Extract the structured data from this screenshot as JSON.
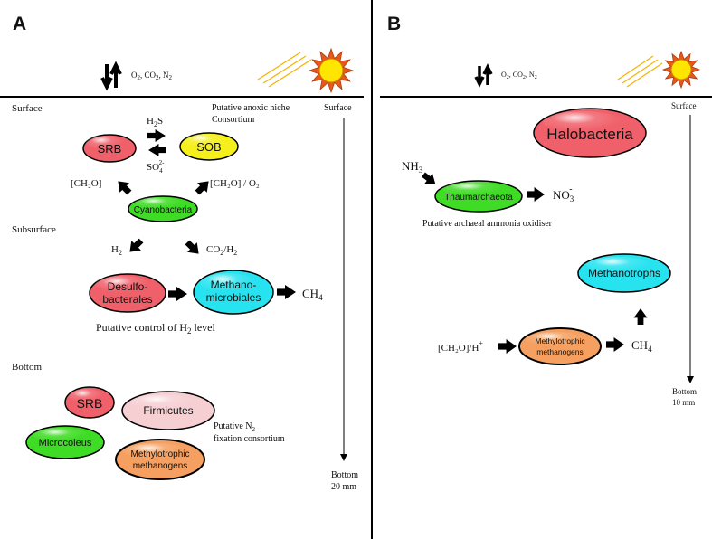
{
  "panel_a": {
    "letter": "A",
    "gas": {
      "o2": "O",
      "o2_sub": "2",
      "sep1": ", CO",
      "co2_sub": "2",
      "sep2": ", N",
      "n2_sub": "2"
    },
    "surface_label": "Surface",
    "subsurface_label": "Subsurface",
    "bottom_label": "Bottom",
    "depth_top": "Surface",
    "depth_bottom_1": "Bottom",
    "depth_bottom_2": "20 mm",
    "anoxic_line1": "Putative anoxic niche",
    "anoxic_line2": "Consortium",
    "h2s": {
      "main": "H",
      "sub": "2",
      "tail": "S"
    },
    "so4": {
      "main": "SO",
      "sub": "4",
      "sup": "2-"
    },
    "ch2o_left": "[CH₂O]",
    "ch2o_o2": "[CH₂O] / O₂",
    "h2": {
      "main": "H",
      "sub": "2"
    },
    "co2_h2": {
      "a": "CO",
      "a_sub": "2",
      "b": "/H",
      "b_sub": "2"
    },
    "ch4": {
      "main": "CH",
      "sub": "4"
    },
    "control": {
      "main": "Putative control of H",
      "sub": "2",
      "tail": " level"
    },
    "fixation_line1": {
      "main": "Putative N",
      "sub": "2"
    },
    "fixation_line2": "fixation consortium",
    "nodes": {
      "srb": "SRB",
      "sob": "SOB",
      "cyanobacteria": "Cyanobacteria",
      "desulfo_1": "Desulfo-",
      "desulfo_2": "bacterales",
      "methano_1": "Methano-",
      "methano_2": "microbiales",
      "srb_bottom": "SRB",
      "firmicutes": "Firmicutes",
      "microcoleus": "Microcoleus",
      "methylo_1": "Methylotrophic",
      "methylo_2": "methanogens"
    }
  },
  "panel_b": {
    "letter": "B",
    "gas": {
      "o2": "O",
      "o2_sub": "2",
      "sep1": ", CO",
      "co2_sub": "2",
      "sep2": ", N",
      "n2_sub": "2"
    },
    "depth_top": "Surface",
    "depth_bottom_1": "Bottom",
    "depth_bottom_2": "10 mm",
    "nh3": {
      "main": "NH",
      "sub": "3"
    },
    "no3": {
      "main": "NO",
      "sub": "3",
      "sup": "-"
    },
    "ammonia_label": "Putative archaeal ammonia oxidiser",
    "ch2o_h": {
      "main": "[CH₂O]/H",
      "sup": "+"
    },
    "ch4": {
      "main": "CH",
      "sub": "4"
    },
    "nodes": {
      "halobacteria": "Halobacteria",
      "thaumarchaeota": "Thaumarchaeota",
      "methanotrophs": "Methanotrophs",
      "methylo_1": "Methylotrophic",
      "methylo_2": "methanogens"
    }
  },
  "colors": {
    "red": "#f0606a",
    "yellow": "#f5ef1c",
    "green": "#3fdc25",
    "cyan": "#27e3ef",
    "pink": "#f6cfd3",
    "orange": "#f5a060",
    "sun_core": "#ffe600",
    "sun_ray": "#e5591a"
  }
}
